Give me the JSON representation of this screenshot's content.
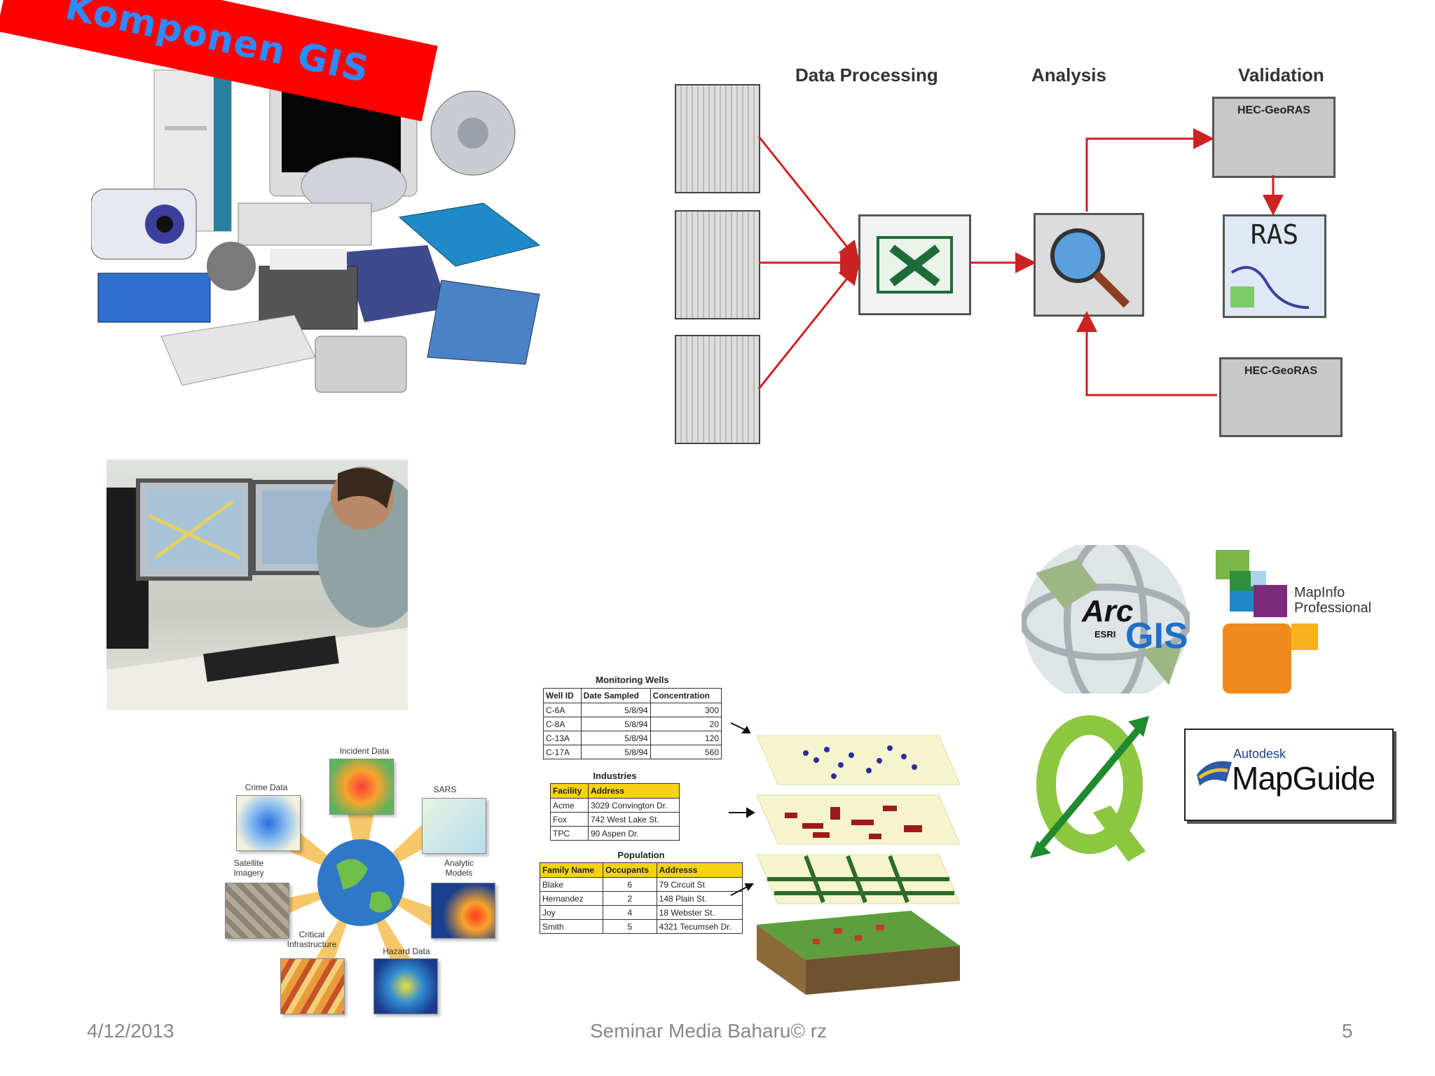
{
  "banner": {
    "title": "Komponen GIS"
  },
  "flowchart": {
    "headings": [
      "Data Processing",
      "Analysis",
      "Validation"
    ],
    "validation_boxes": [
      "HEC-GeoRAS",
      "HEC-GeoRAS"
    ],
    "ras_label": "RAS"
  },
  "logos": {
    "arcgis": {
      "arc": "Arc",
      "gis": "GIS",
      "esri": "ESRI"
    },
    "mapinfo": {
      "line1": "MapInfo",
      "line2": "Professional"
    },
    "mapguide": {
      "brand": "Autodesk",
      "product": "MapGuide"
    }
  },
  "hub": {
    "labels": [
      "Incident Data",
      "Crime Data",
      "SARS",
      "Satellite Imagery",
      "Analytic Models",
      "Critical Infrastructure",
      "Hazard Data"
    ]
  },
  "tables": {
    "wells": {
      "caption": "Monitoring Wells",
      "headers": [
        "Well ID",
        "Date Sampled",
        "Concentration"
      ],
      "rows": [
        [
          "C-6A",
          "5/8/94",
          "300"
        ],
        [
          "C-8A",
          "5/8/94",
          "20"
        ],
        [
          "C-13A",
          "5/8/94",
          "120"
        ],
        [
          "C-17A",
          "5/8/94",
          "560"
        ]
      ]
    },
    "industries": {
      "caption": "Industries",
      "headers": [
        "Facility",
        "Address"
      ],
      "rows": [
        [
          "Acme",
          "3029 Convington Dr."
        ],
        [
          "Fox",
          "742 West Lake St."
        ],
        [
          "TPC",
          "90 Aspen Dr."
        ]
      ]
    },
    "population": {
      "caption": "Population",
      "headers": [
        "Family Name",
        "Occupants",
        "Addresss"
      ],
      "rows": [
        [
          "Blake",
          "6",
          "79 Circuit St"
        ],
        [
          "Hernandez",
          "2",
          "148 Plain St."
        ],
        [
          "Joy",
          "4",
          "18 Webster St."
        ],
        [
          "Smith",
          "5",
          "4321 Tecumseh Dr."
        ]
      ]
    }
  },
  "footer": {
    "date": "4/12/2013",
    "center": "Seminar Media Baharu© rz",
    "page": "5"
  },
  "colors": {
    "banner_bg": "#ff0000",
    "banner_text": "#2e8bff",
    "arrow_red": "#cc2222",
    "table_header_yellow": "#f5d313",
    "qgis_green": "#8dc63f"
  }
}
